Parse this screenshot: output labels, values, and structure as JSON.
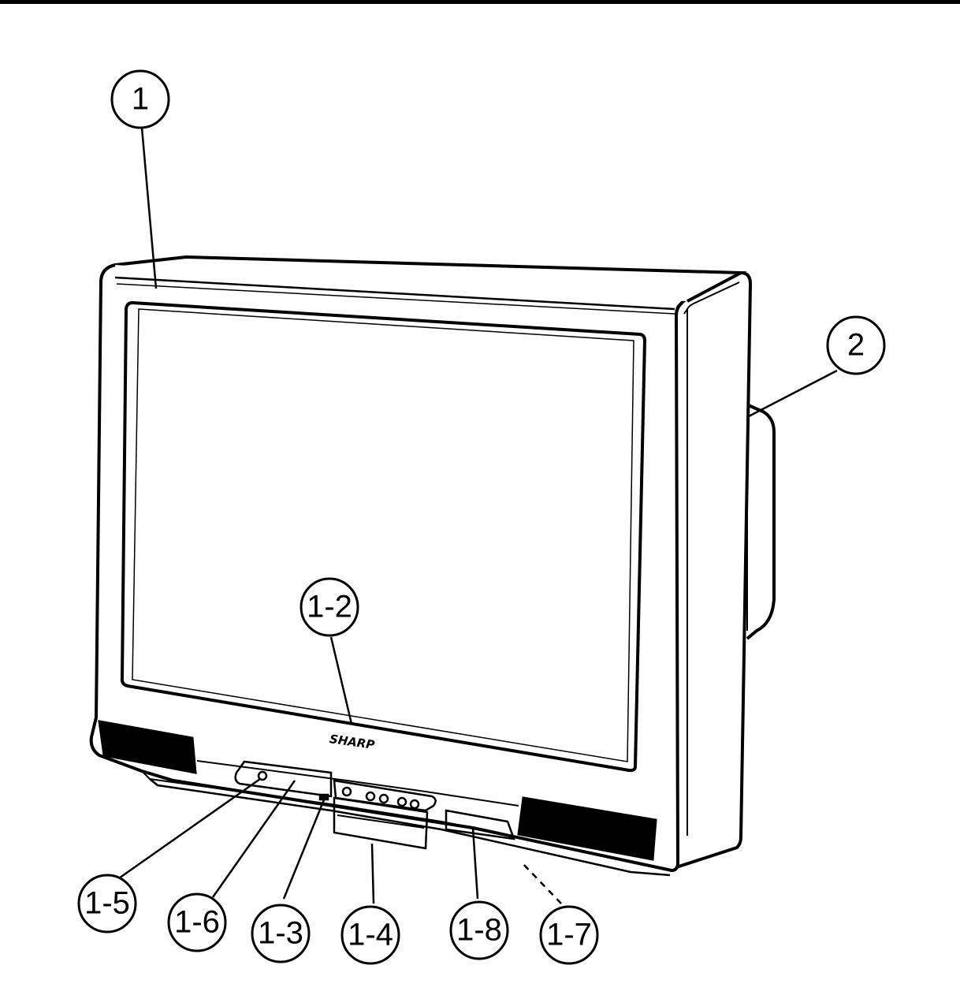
{
  "brand": "SHARP",
  "callouts": {
    "c1": "1",
    "c2": "2",
    "c1_2": "1-2",
    "c1_5": "1-5",
    "c1_6": "1-6",
    "c1_3": "1-3",
    "c1_4": "1-4",
    "c1_8": "1-8",
    "c1_7": "1-7"
  },
  "colors": {
    "ink": "#000000",
    "paper": "#ffffff"
  }
}
